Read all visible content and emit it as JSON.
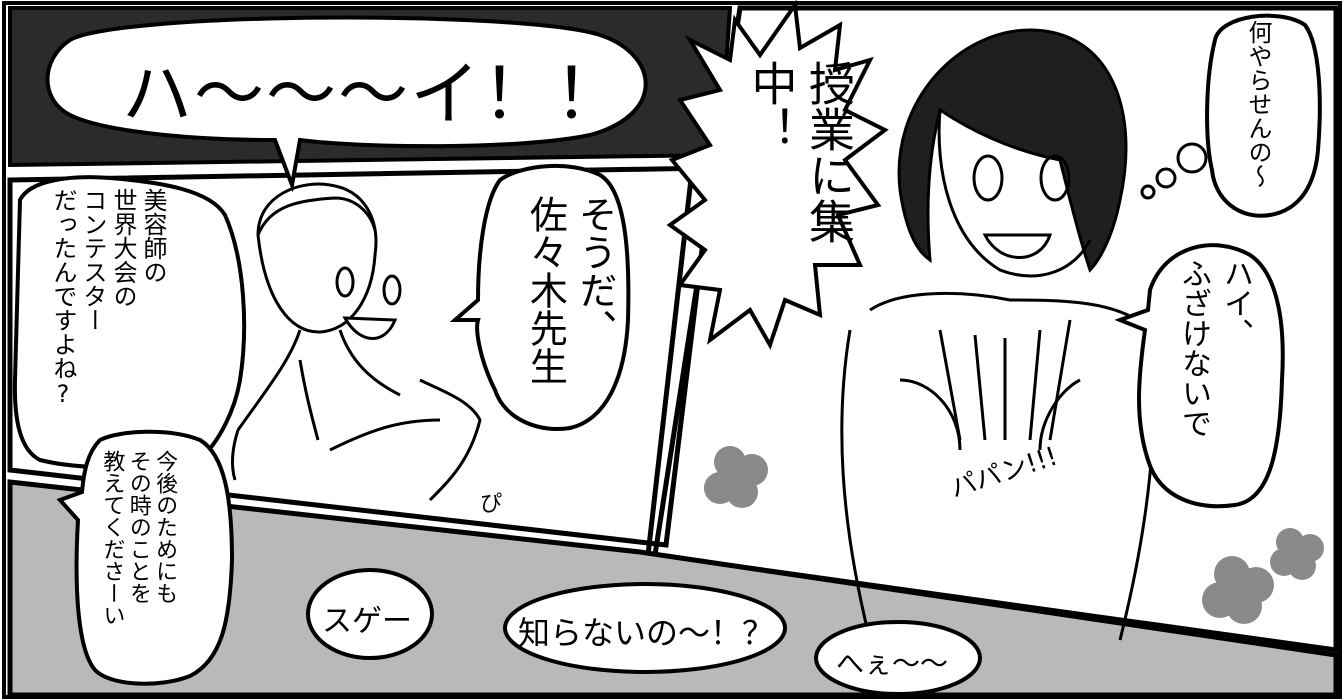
{
  "colors": {
    "ink": "#000000",
    "dark_band": "#2b2b2b",
    "gray_band": "#b9b9b9",
    "flower": "#8a8a8a",
    "paper": "#ffffff"
  },
  "panels": {
    "top_left": {
      "shout": "ハ〜〜〜イ！！"
    },
    "middle_left": {
      "contest_speech": [
        "美容師の",
        "世界大会の",
        "コンテスター",
        "だったんですよね?"
      ],
      "sasaki_speech": [
        "そうだ、",
        "佐々木先生"
      ],
      "sfx": "ぴ"
    },
    "right": {
      "focus_shout": [
        "授業に集中！"
      ],
      "thought": "何やらせんの〜",
      "teacher_speech": [
        "ハイ、",
        "ふざけないで"
      ],
      "sfx": "パパン!!!"
    },
    "bottom": {
      "request_speech": [
        "今後のためにも",
        "その時のことを",
        "教えてくださーい"
      ],
      "sugee": "スゲー",
      "shiranai": "知らないの〜！？",
      "hee": "へぇ〜〜"
    }
  }
}
